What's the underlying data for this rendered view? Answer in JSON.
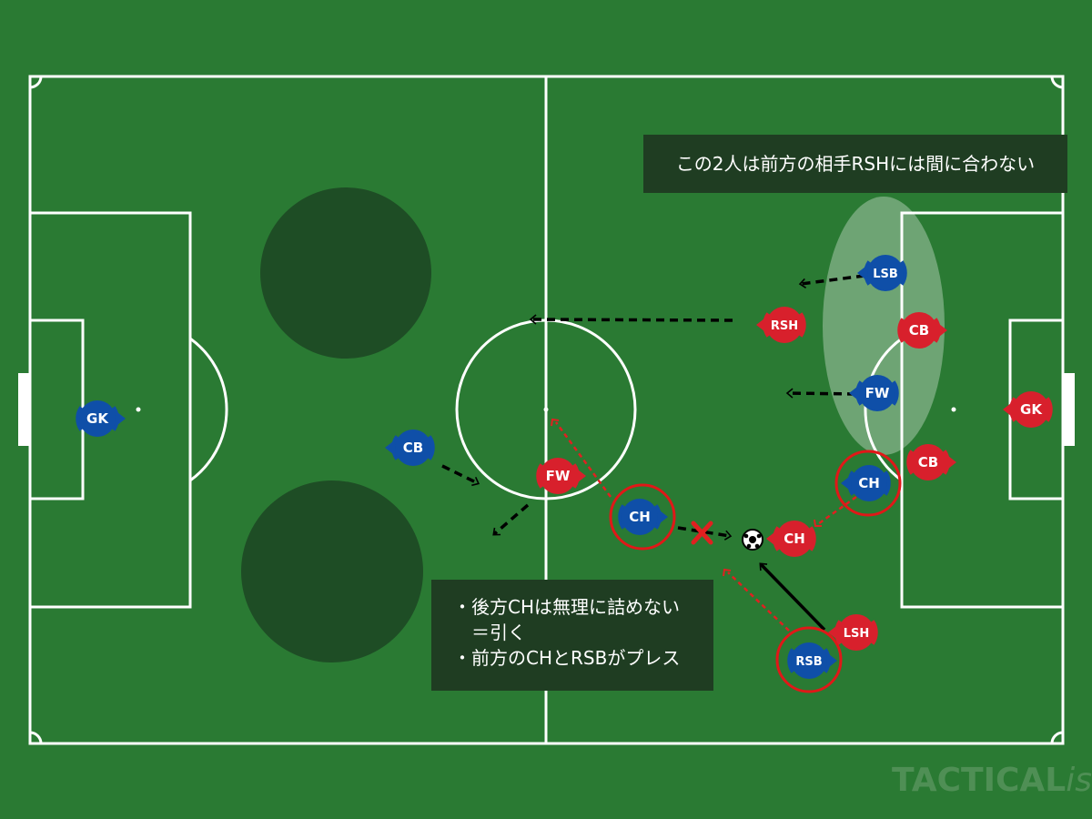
{
  "colors": {
    "grass": "#2a7a33",
    "lines": "#ffffff",
    "shade": "#1e4d25",
    "blue": "#0f4fa8",
    "red": "#d8202c",
    "highlight_ring": "#e01818"
  },
  "players": {
    "blue": {
      "gk": "GK",
      "cb": "CB",
      "ch": "CH",
      "lsb": "LSB",
      "fw": "FW",
      "ch2": "CH",
      "rsb": "RSB"
    },
    "red": {
      "gk": "GK",
      "cb1": "CB",
      "cb2": "CB",
      "rsh": "RSH",
      "fw": "FW",
      "ch": "CH",
      "lsh": "LSH"
    }
  },
  "notes": {
    "top": "この2人は前方の相手RSHには間に合わない",
    "bottom": [
      "・後方CHは無理に詰めない",
      "　＝引く",
      "・前方のCHとRSBがプレス"
    ]
  },
  "watermark": {
    "brand": "TACTICAL",
    "suffix": "ista"
  }
}
